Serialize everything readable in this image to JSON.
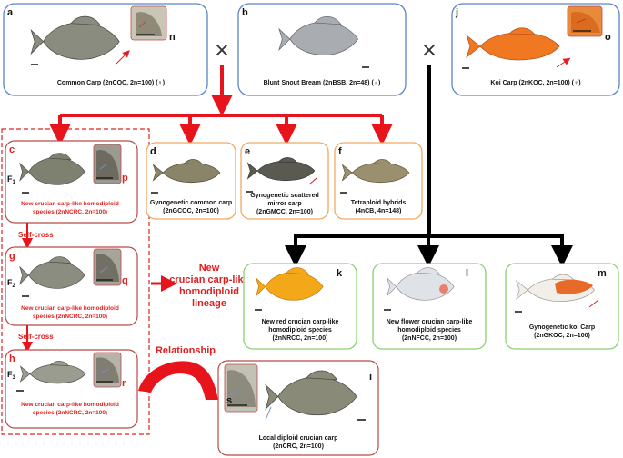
{
  "symbols": {
    "cross": "×"
  },
  "parents": {
    "a": {
      "letter": "a",
      "inset": "n",
      "label": "Common Carp (2nCOC, 2n=100) (♀)"
    },
    "b": {
      "letter": "b",
      "label": "Blunt Snout Bream (2nBSB, 2n=48) (♂)"
    },
    "j": {
      "letter": "j",
      "inset": "o",
      "label": "Koi Carp (2nKOC, 2n=100) (♀)"
    }
  },
  "lineage": {
    "c": {
      "letter": "c",
      "gen": "F",
      "gen_sub": "1",
      "inset": "p",
      "label1": "New crucian carp-like homodiploid",
      "label2": "species (2nNCRC, 2n=100)"
    },
    "g": {
      "letter": "g",
      "gen": "F",
      "gen_sub": "2",
      "inset": "q",
      "label1": "New crucian carp-like homodiploid",
      "label2": "species (2nNCRC, 2n=100)"
    },
    "h": {
      "letter": "h",
      "gen": "F",
      "gen_sub": "3",
      "inset": "r",
      "label1": "New crucian carp-like homodiploid",
      "label2": "species (2nNCRC, 2n=100)"
    },
    "self_cross_1": "Self-cross",
    "self_cross_2": "Self-cross",
    "name_line1": "New",
    "name_line2": "crucian carp-like",
    "name_line3": "homodiploid",
    "name_line4": "lineage"
  },
  "offspring_bsb_coc": {
    "d": {
      "letter": "d",
      "label1": "Gynogenetic common carp",
      "label2": "(2nGCOC, 2n=100)"
    },
    "e": {
      "letter": "e",
      "label1": "Gynogenetic scattered",
      "label2": "mirror carp",
      "label3": "(2nGMCC, 2n=100)"
    },
    "f": {
      "letter": "f",
      "label1": "Tetraploid hybrids",
      "label2": "(4nCB, 4n=148)"
    }
  },
  "offspring_koi_bsb": {
    "k": {
      "letter": "k",
      "label1": "New red crucian carp-like",
      "label2": "homodiploid species",
      "label3": "(2nNRCC, 2n=100)"
    },
    "l": {
      "letter": "l",
      "label1": "New flower crucian carp-like",
      "label2": "homodiploid species",
      "label3": "(2nNFCC, 2n=100)"
    },
    "m": {
      "letter": "m",
      "label1": "Gynogenetic koi Carp",
      "label2": "(2nGKOC, 2n=100)"
    }
  },
  "relationship": {
    "label": "Relationship",
    "i": {
      "letter": "i",
      "inset": "s",
      "label1": "Local diploid crucian carp",
      "label2": "(2nCRC, 2n=100)"
    }
  },
  "colors": {
    "parent_border": "#5b86c6",
    "lineage_border": "#b94a48",
    "orange_border": "#f0a860",
    "green_border": "#8bd072",
    "red_arrow": "#e8141b",
    "black_arrow": "#000000",
    "fish_gray": "#8a8c80",
    "fish_dark": "#4a4a40",
    "fish_silver": "#a9adb2",
    "fish_orange": "#f07820",
    "fish_gold": "#f2a818"
  },
  "icons": [
    "fish-icon",
    "scale-bar-icon",
    "red-pointer-arrow-icon",
    "blue-pointer-arrow-icon",
    "inset-closeup-icon"
  ]
}
